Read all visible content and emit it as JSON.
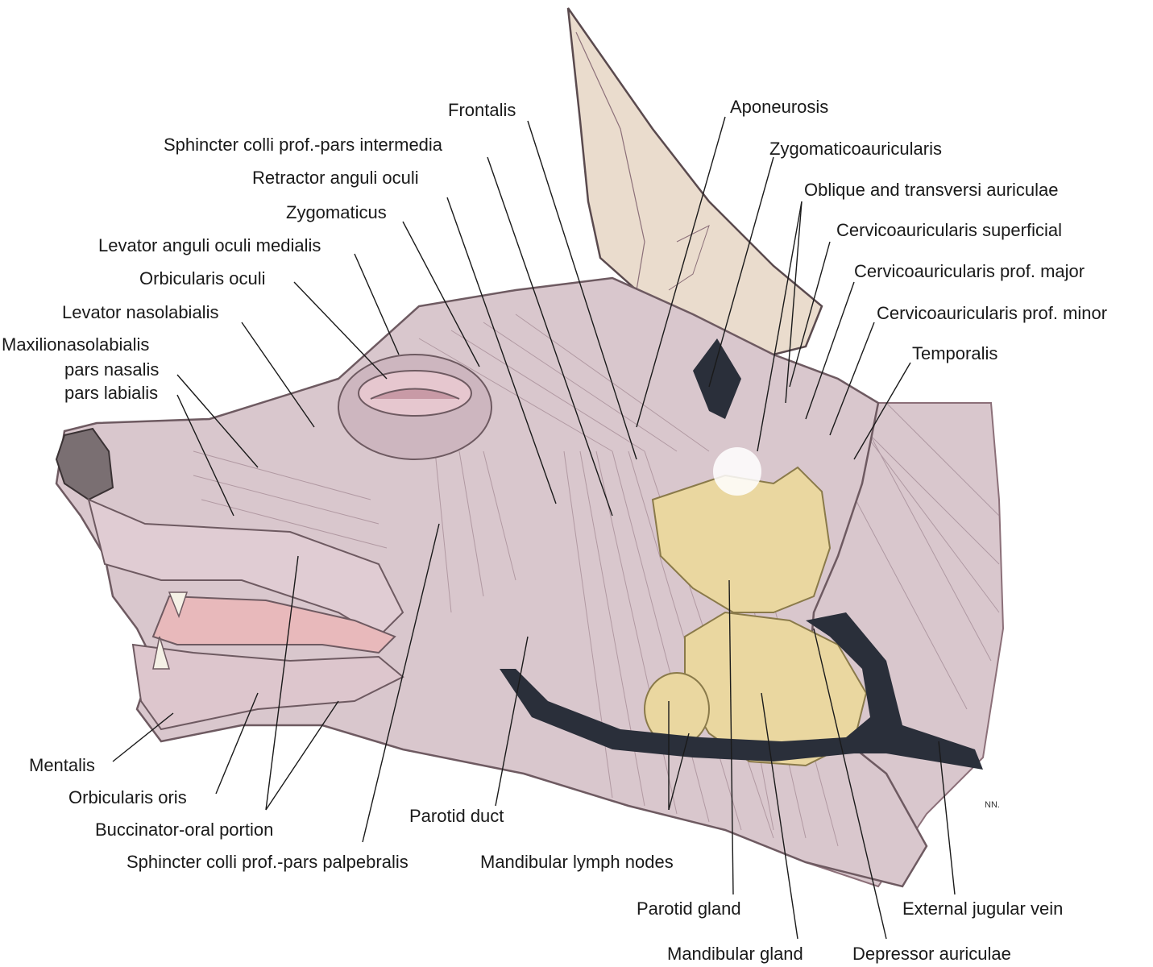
{
  "labels": {
    "frontalis": "Frontalis",
    "aponeurosis": "Aponeurosis",
    "sphincter_intermedia": "Sphincter colli prof.-pars intermedia",
    "zygomaticoauricularis": "Zygomaticoauricularis",
    "retractor_anguli_oculi": "Retractor anguli oculi",
    "oblique_transversi": "Oblique and transversi auriculae",
    "zygomaticus": "Zygomaticus",
    "cervico_superficial": "Cervicoauricularis superficial",
    "levator_anguli_oculi": "Levator anguli oculi medialis",
    "cervico_prof_major": "Cervicoauricularis prof. major",
    "orbicularis_oculi": "Orbicularis oculi",
    "cervico_prof_minor": "Cervicoauricularis prof. minor",
    "levator_nasolabialis": "Levator nasolabialis",
    "temporalis": "Temporalis",
    "maxilionasolabialis": "Maxilionasolabialis",
    "pars_nasalis": "pars nasalis",
    "pars_labialis": "pars labialis",
    "mentalis": "Mentalis",
    "orbicularis_oris": "Orbicularis oris",
    "buccinator": "Buccinator-oral portion",
    "sphincter_palpebralis": "Sphincter colli prof.-pars palpebralis",
    "parotid_duct": "Parotid duct",
    "mandibular_lymph": "Mandibular lymph nodes",
    "parotid_gland": "Parotid gland",
    "mandibular_gland": "Mandibular gland",
    "external_jugular": "External jugular vein",
    "depressor_auriculae": "Depressor auriculae"
  },
  "signature": "NN.",
  "colors": {
    "muscle": "#d9c7cd",
    "muscle_dark": "#b89ba6",
    "ear": "#eadccd",
    "gland": "#ead7a0",
    "vein": "#2a2f3a",
    "nose": "#7a6f72",
    "mouth": "#e8b9bb"
  }
}
